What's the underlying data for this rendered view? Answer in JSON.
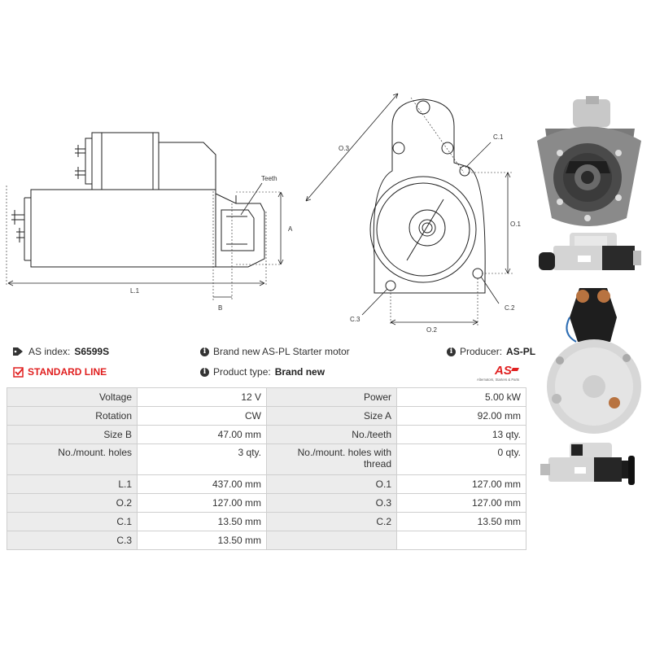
{
  "drawing_labels": {
    "teeth": "Teeth",
    "a": "A",
    "b": "B",
    "l1": "L.1",
    "o1": "O.1",
    "o2": "O.2",
    "o3": "O.3",
    "c1": "C.1",
    "c2": "C.2",
    "c3": "C.3"
  },
  "header": {
    "as_index_label": "AS index:",
    "as_index_value": "S6599S",
    "description": "Brand new AS-PL Starter motor",
    "producer_label": "Producer:",
    "producer_value": "AS-PL",
    "line_label": "STANDARD LINE",
    "product_type_label": "Product type:",
    "product_type_value": "Brand new"
  },
  "logo": {
    "text": "AS",
    "tagline": "Alternators, Starters & Parts"
  },
  "colors": {
    "accent_red": "#e02020",
    "label_bg": "#ececec",
    "border": "#cfcfcf"
  },
  "specs": [
    [
      "Voltage",
      "12 V",
      "Power",
      "5.00 kW"
    ],
    [
      "Rotation",
      "CW",
      "Size A",
      "92.00 mm"
    ],
    [
      "Size B",
      "47.00 mm",
      "No./teeth",
      "13 qty."
    ],
    [
      "No./mount. holes",
      "3 qty.",
      "No./mount. holes with thread",
      "0 qty."
    ],
    [
      "L.1",
      "437.00 mm",
      "O.1",
      "127.00 mm"
    ],
    [
      "O.2",
      "127.00 mm",
      "O.3",
      "127.00 mm"
    ],
    [
      "C.1",
      "13.50 mm",
      "C.2",
      "13.50 mm"
    ],
    [
      "C.3",
      "13.50 mm",
      "",
      ""
    ]
  ]
}
